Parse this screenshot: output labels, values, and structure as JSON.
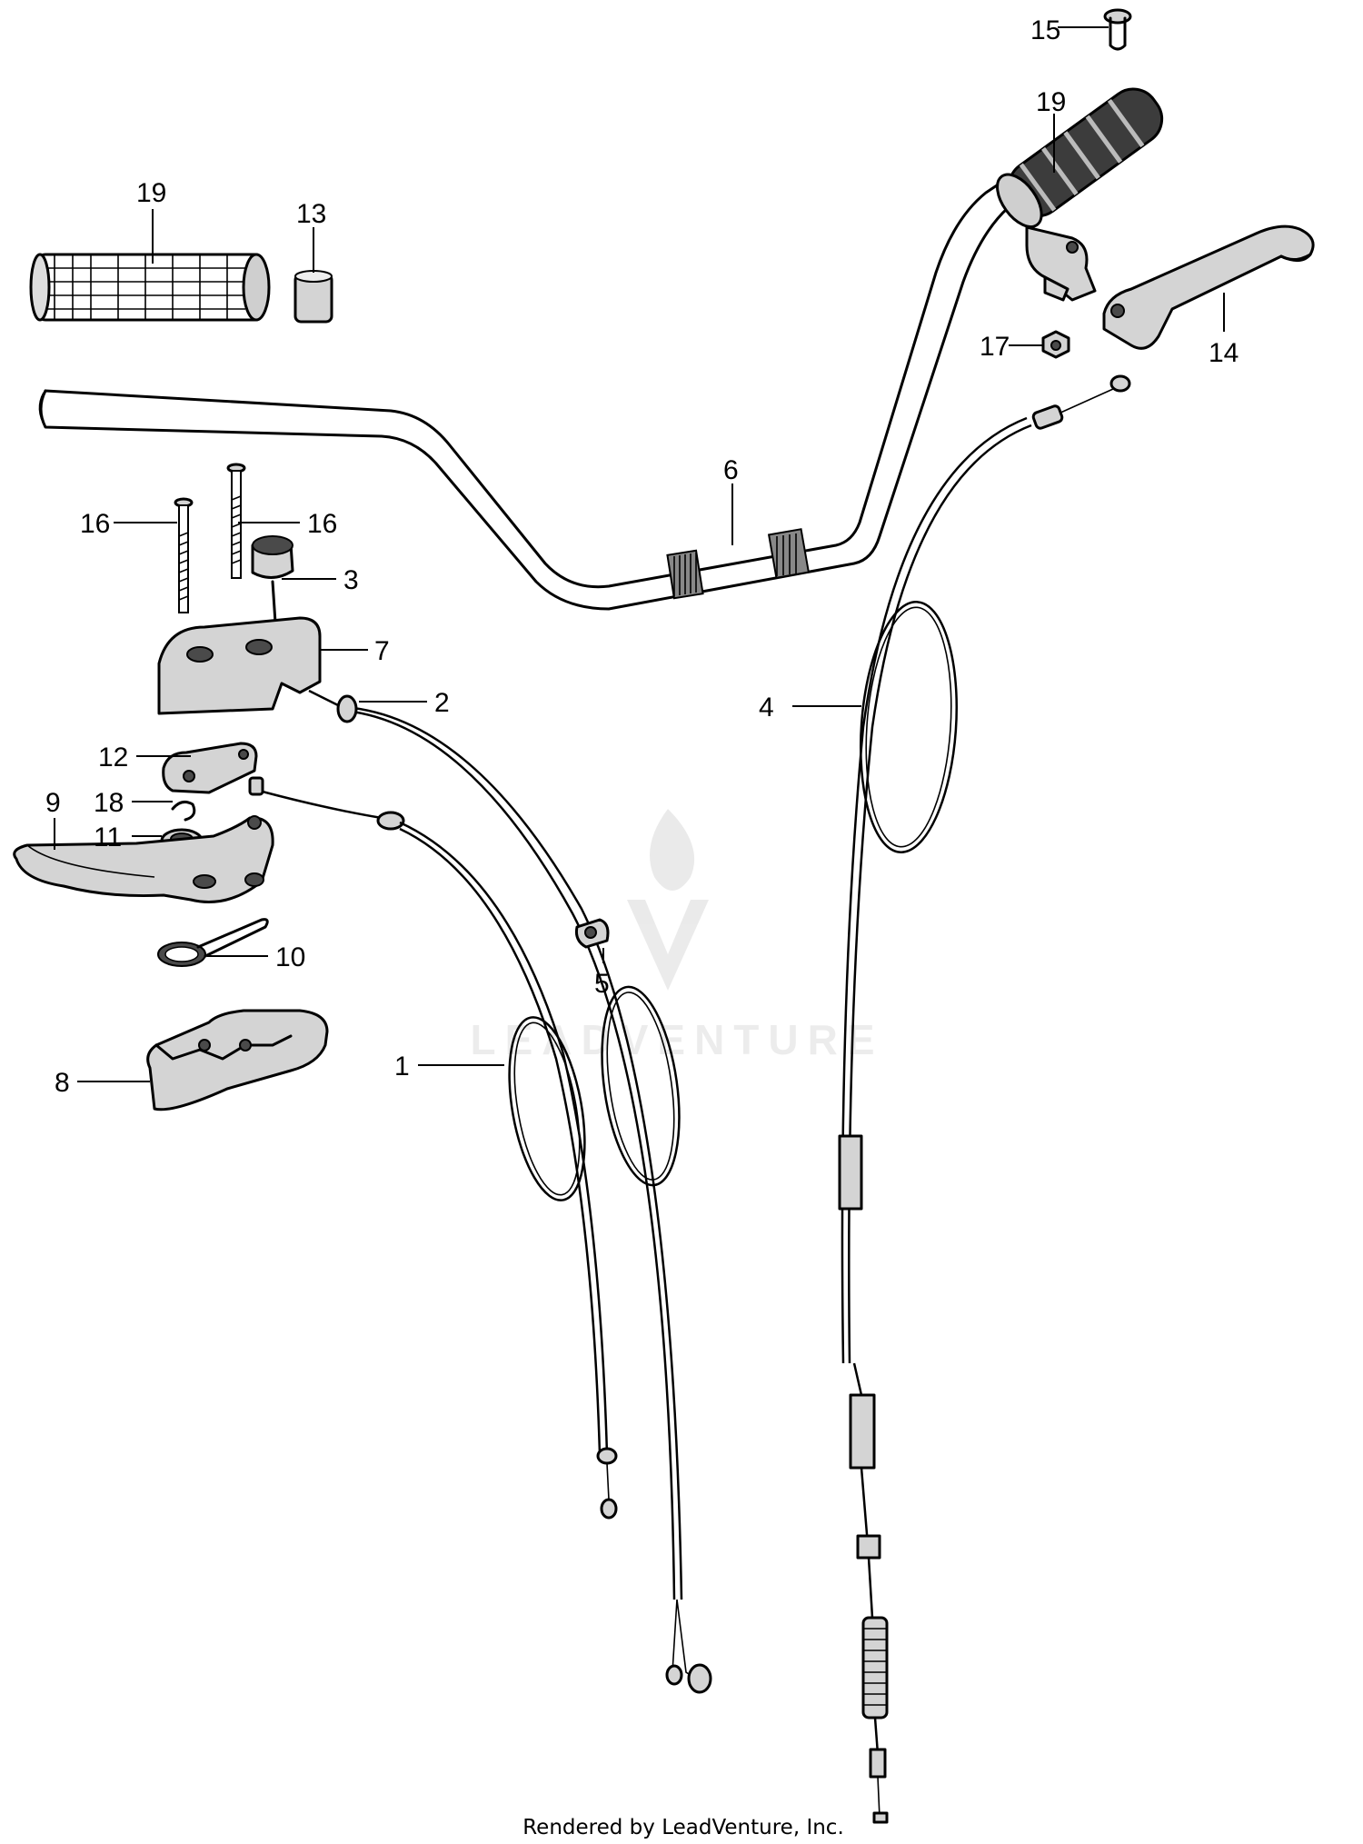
{
  "callouts": {
    "c15": "15",
    "c19_right": "19",
    "c19_left": "19",
    "c13": "13",
    "c17": "17",
    "c14": "14",
    "c6": "6",
    "c16_left": "16",
    "c16_right": "16",
    "c3": "3",
    "c7": "7",
    "c2": "2",
    "c4": "4",
    "c12": "12",
    "c18": "18",
    "c9": "9",
    "c11": "11",
    "c10": "10",
    "c5": "5",
    "c1": "1",
    "c8": "8"
  },
  "watermark": "LEADVENTURE",
  "footer": "Rendered by LeadVenture, Inc."
}
